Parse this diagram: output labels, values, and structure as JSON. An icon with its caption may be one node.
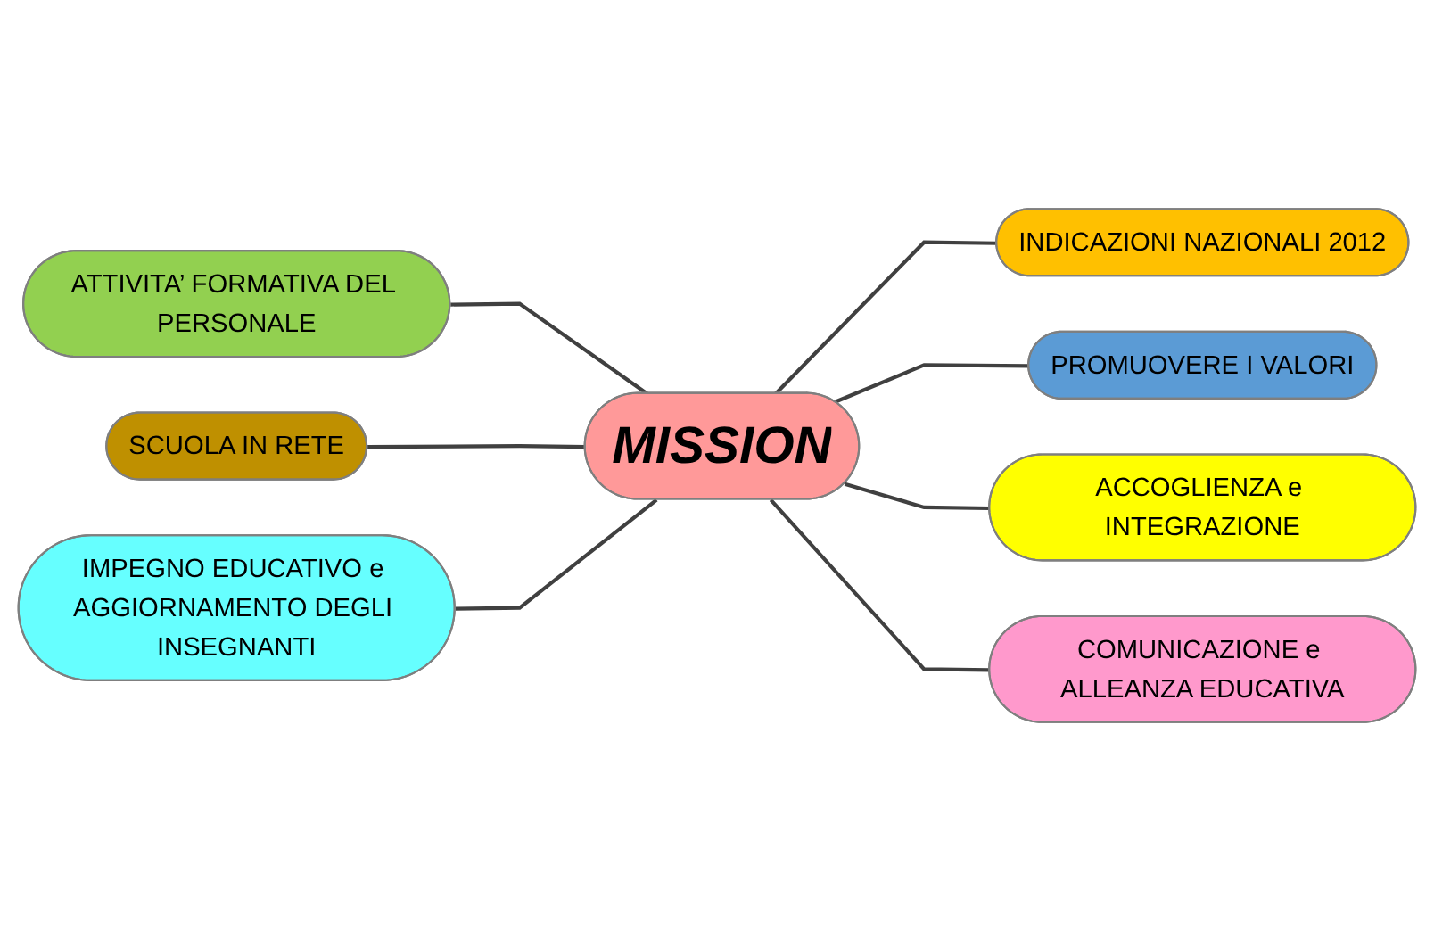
{
  "diagram": {
    "nodes": [
      {
        "text": [
          "ATTIVITA’ FORMATIVA DEL PERSONALE"
        ]
      },
      {
        "text": [
          "INDICAZIONI NAZIONALI 2012"
        ]
      },
      {
        "text": [
          "PROMUOVERE I VALORI"
        ]
      },
      {
        "text": [
          "SCUOLA IN RETE"
        ]
      },
      {
        "text": [
          "MISSION"
        ]
      },
      {
        "text": [
          "ACCOGLIENZA e INTEGRAZIONE"
        ]
      },
      {
        "text": [
          "IMPEGNO EDUCATIVO e AGGIORNAMENTO DEGLI INSEGNANTI"
        ]
      },
      {
        "text": [
          "COMUNICAZIONE e ALLEANZA EDUCATIVA"
        ]
      }
    ],
    "edges": [
      {
        "from": 0,
        "to": 4,
        "arrow": "none"
      },
      {
        "from": 4,
        "to": 1,
        "arrow": "none"
      },
      {
        "from": 4,
        "to": 2,
        "arrow": "none"
      },
      {
        "from": 3,
        "to": 4,
        "arrow": "none"
      },
      {
        "from": 4,
        "to": 5,
        "arrow": "none"
      },
      {
        "from": 6,
        "to": 4,
        "arrow": "none"
      },
      {
        "from": 4,
        "to": 7,
        "arrow": "none"
      }
    ]
  }
}
